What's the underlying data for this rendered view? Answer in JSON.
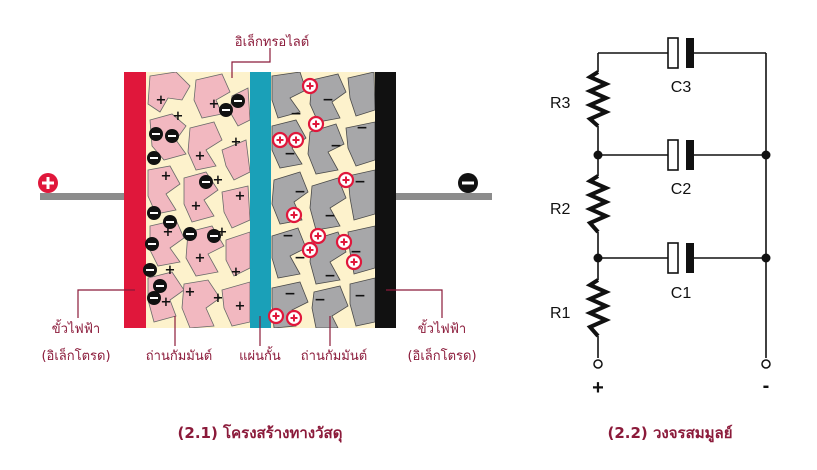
{
  "colors": {
    "label": "#8b1a3a",
    "electrolyte_bg": "#fdf2cc",
    "positive_plate": "#e0173b",
    "separator": "#1aa0b8",
    "negative_plate": "#111111",
    "positive_carbon": "#f2b8c0",
    "negative_carbon": "#a7a7a9",
    "wire": "#8c8c8c"
  },
  "diagram_left": {
    "labels": {
      "electrolyte": "อิเล็กทรอไลต์",
      "electrode_left_line1": "ขั้วไฟฟ้า",
      "electrode_left_line2": "(อิเล็กโตรด)",
      "carbon_left": "ถ่านกัมมันต์",
      "separator": "แผ่นกั้น",
      "carbon_right": "ถ่านกัมมันต์",
      "electrode_right_line1": "ขั้วไฟฟ้า",
      "electrode_right_line2": "(อิเล็กโตรด)"
    },
    "caption": "(2.1) โครงสร้างทางวัสดุ",
    "terminal_plus_icon": "plus-circle-icon",
    "terminal_minus_icon": "minus-circle-icon"
  },
  "diagram_right": {
    "resistors": [
      "R3",
      "R2",
      "R1"
    ],
    "capacitors": [
      "C3",
      "C2",
      "C1"
    ],
    "terminal_plus": "+",
    "terminal_minus": "-",
    "caption": "(2.2) วงจรสมมูลย์"
  }
}
